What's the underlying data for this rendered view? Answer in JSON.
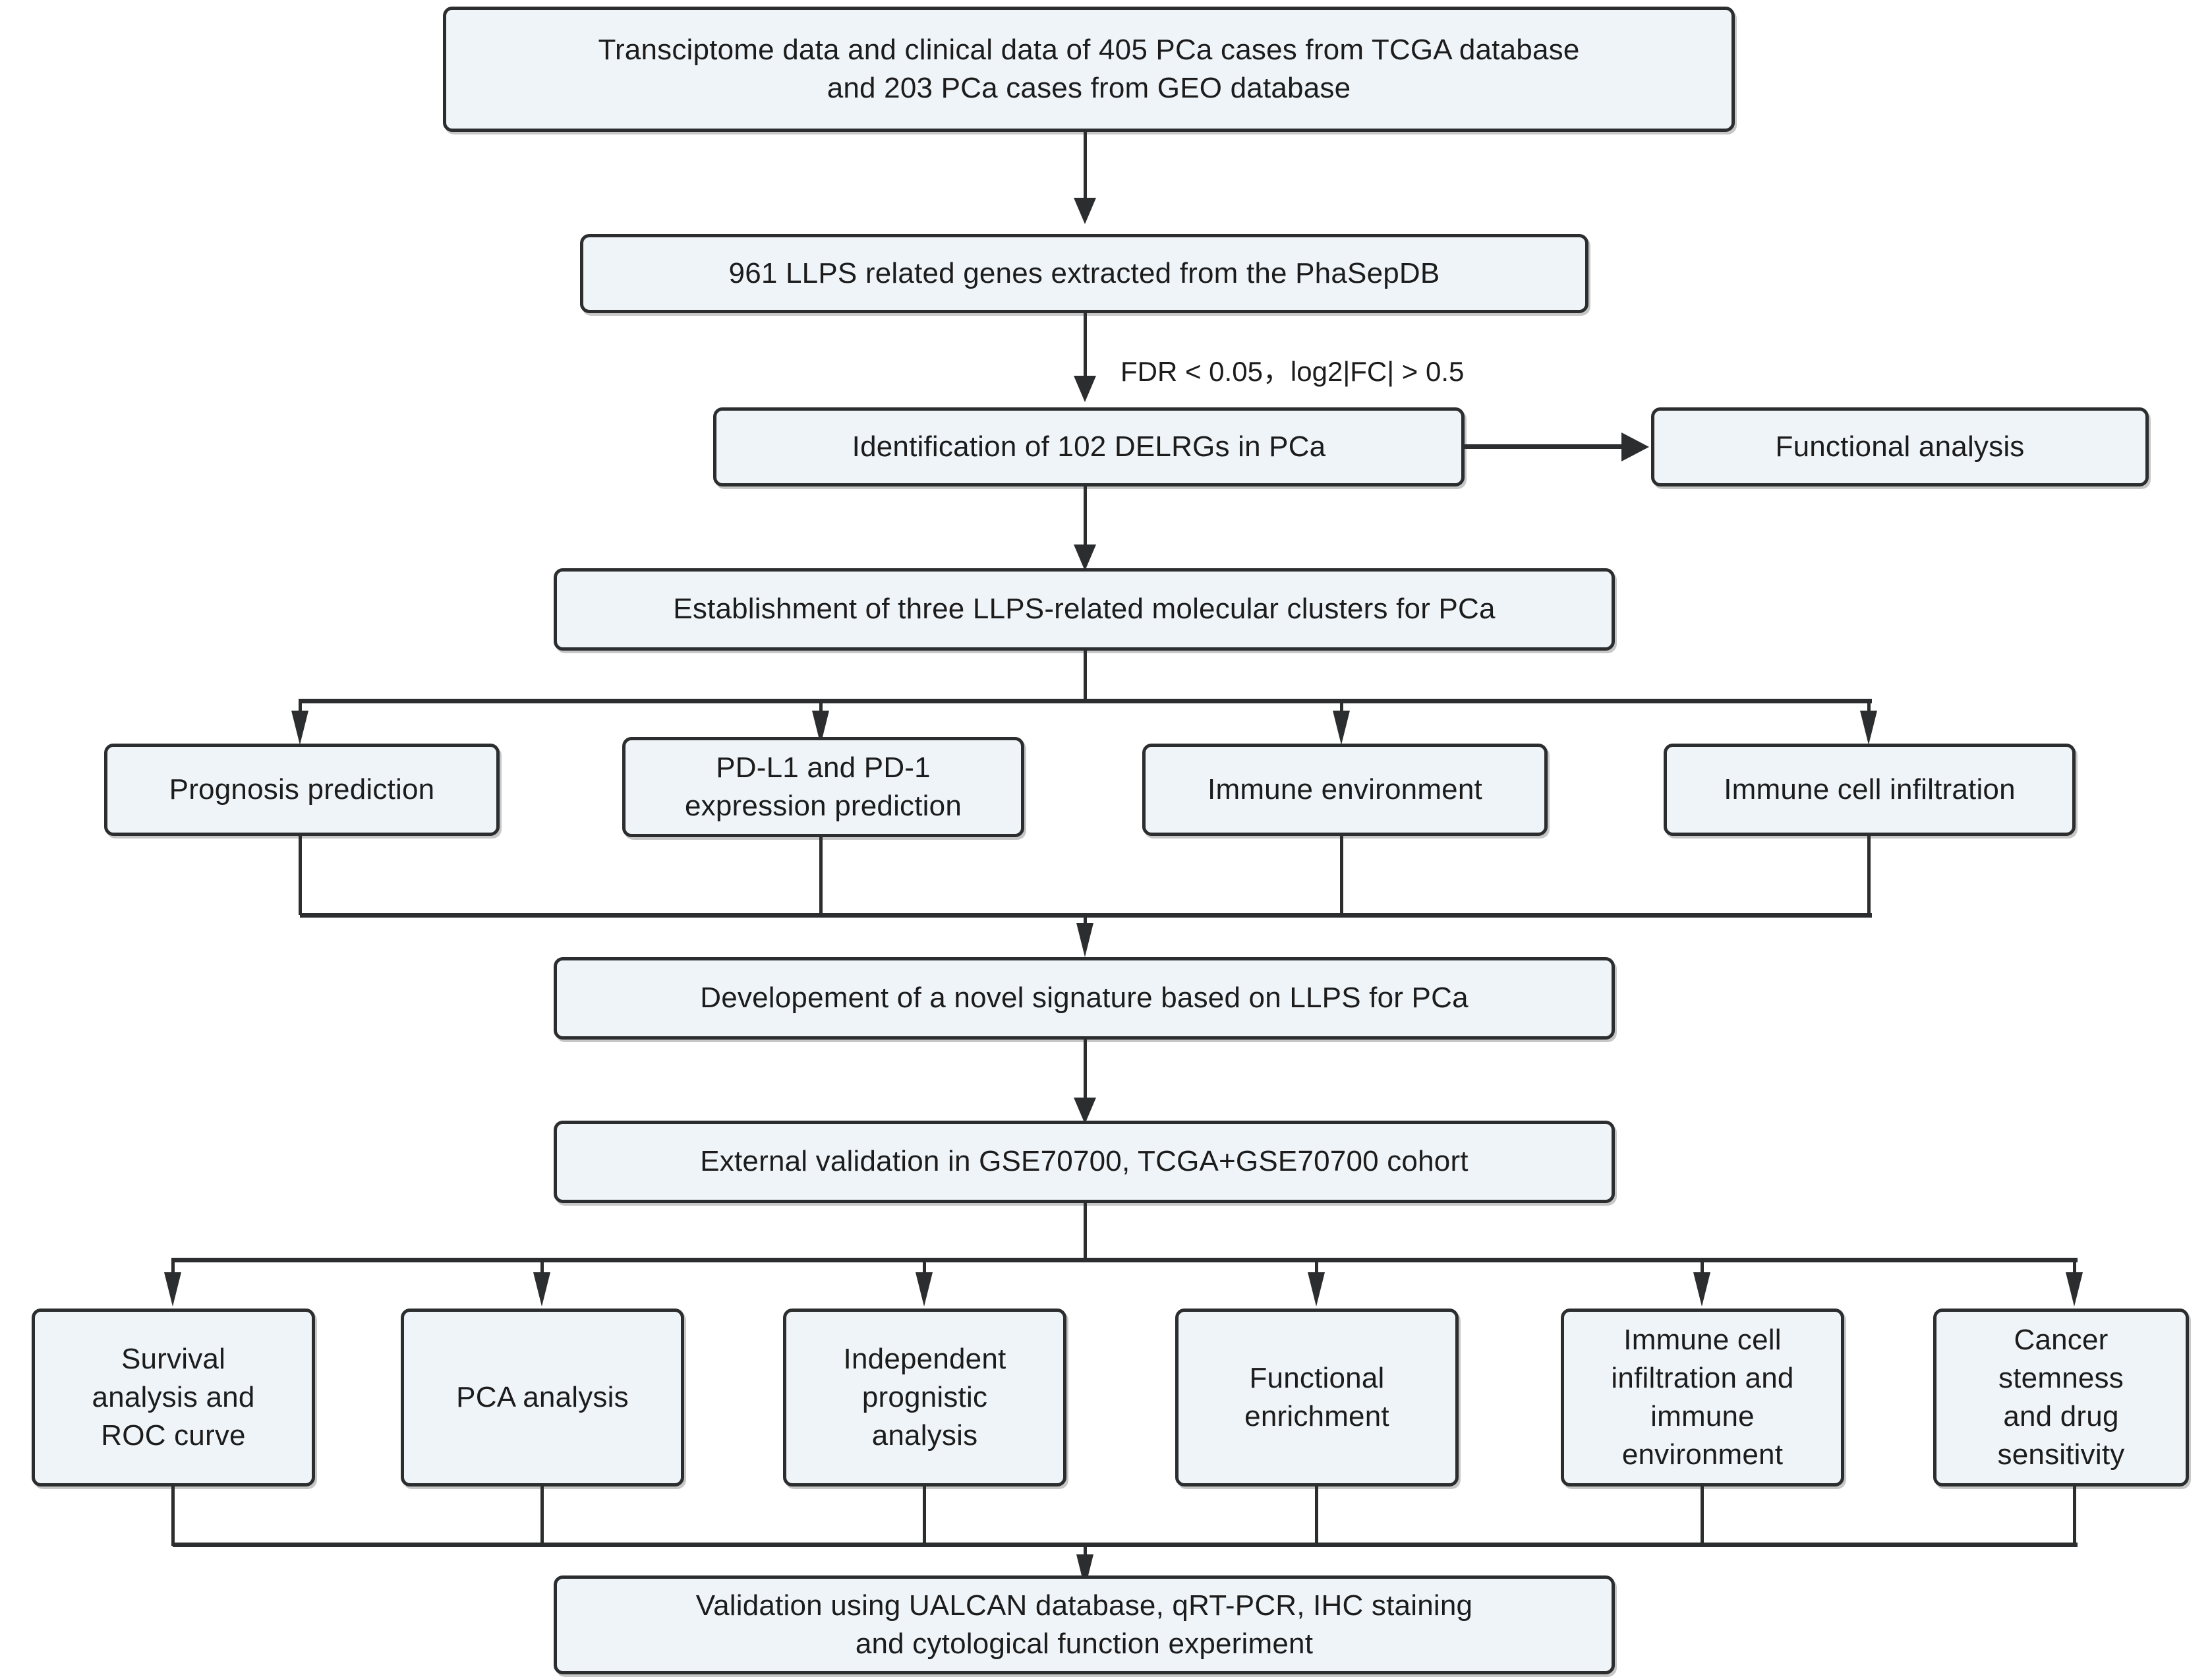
{
  "diagram": {
    "title": "LLPS-related prostate cancer study workflow",
    "colors": {
      "node_fill": "#eff4f8",
      "node_border": "#2b2d2e",
      "connector": "#2b2d2e",
      "background": "#ffffff",
      "text": "#1c1c1c"
    },
    "nodes": [
      {
        "id": "data-sources",
        "text": "Transciptome data and clinical data of 405 PCa cases from TCGA database\nand 203 PCa cases from GEO database"
      },
      {
        "id": "llps-genes",
        "text": "961 LLPS related genes extracted from the PhaSepDB"
      },
      {
        "id": "delrgs",
        "text": "Identification of 102 DELRGs in PCa"
      },
      {
        "id": "functional-analysis",
        "text": "Functional analysis"
      },
      {
        "id": "clusters",
        "text": "Establishment of three LLPS-related molecular clusters for PCa"
      },
      {
        "id": "prognosis-prediction",
        "text": "Prognosis prediction"
      },
      {
        "id": "pdl1-pd1",
        "text": "PD-L1 and PD-1\nexpression prediction"
      },
      {
        "id": "immune-environment",
        "text": "Immune environment"
      },
      {
        "id": "immune-cell-infiltration",
        "text": "Immune cell infiltration"
      },
      {
        "id": "signature-development",
        "text": "Developement of a novel signature based on  LLPS for PCa"
      },
      {
        "id": "external-validation",
        "text": "External validation in GSE70700, TCGA+GSE70700 cohort"
      },
      {
        "id": "survival-roc",
        "text": "Survival\nanalysis and\nROC curve"
      },
      {
        "id": "pca-analysis",
        "text": "PCA analysis"
      },
      {
        "id": "independent-prognostic",
        "text": "Independent\nprognistic\nanalysis"
      },
      {
        "id": "functional-enrichment",
        "text": "Functional\nenrichment"
      },
      {
        "id": "immune-infiltration-env",
        "text": "Immune cell\ninfiltration and\nimmune\nenvironment"
      },
      {
        "id": "cancer-stemness",
        "text": "Cancer\nstemness\nand drug\nsensitivity"
      },
      {
        "id": "final-validation",
        "text": "Validation using UALCAN database, qRT-PCR, IHC staining\nand cytological function experiment"
      }
    ],
    "edge_labels": [
      {
        "id": "filter-criteria",
        "text": "FDR < 0.05，log2|FC| > 0.5"
      }
    ]
  }
}
